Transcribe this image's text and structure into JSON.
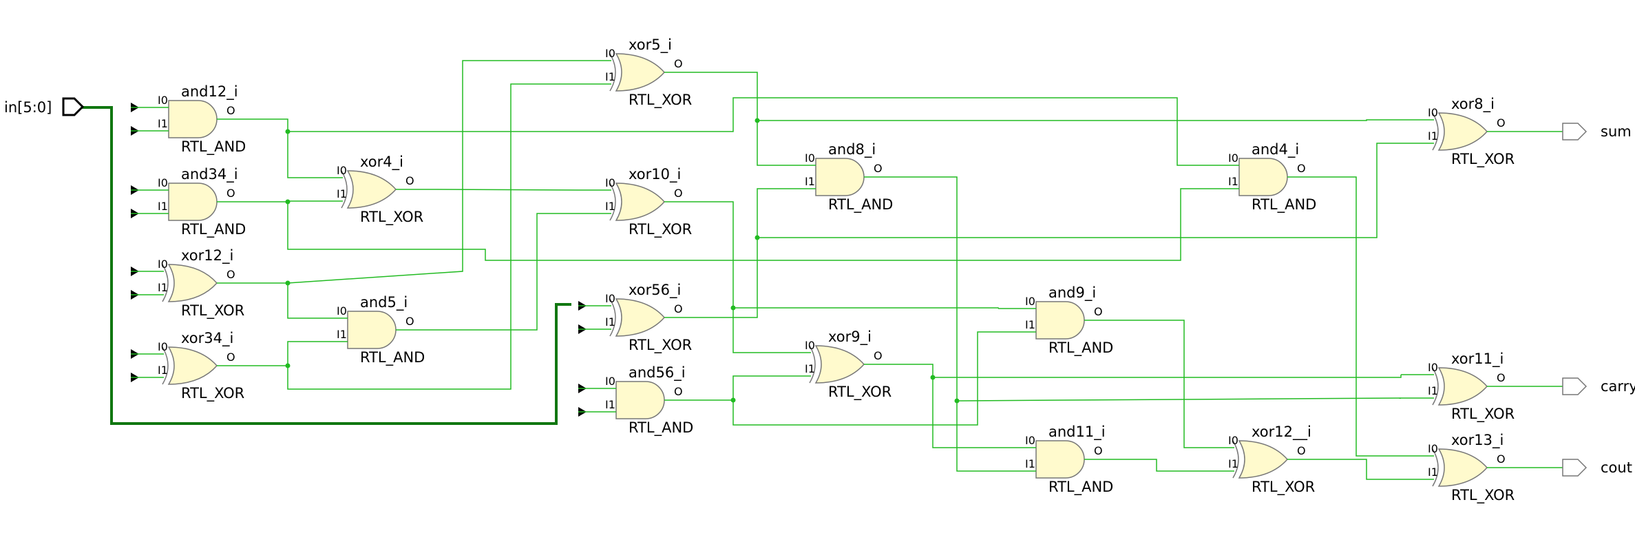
{
  "colors": {
    "wire": "#22bb22",
    "bus": "#117711",
    "gate_fill": "#fffacd",
    "gate_stroke": "#777777",
    "port_stroke": "#000000",
    "text": "#000000"
  },
  "pin_labels": {
    "in0": "I0",
    "in1": "I1",
    "out": "O"
  },
  "ports": {
    "input": "in[5:0]",
    "outputs": [
      "sum",
      "carry",
      "cout"
    ]
  },
  "gates": {
    "and12": {
      "name": "and12_i",
      "type": "RTL_AND"
    },
    "and34": {
      "name": "and34_i",
      "type": "RTL_AND"
    },
    "xor12": {
      "name": "xor12_i",
      "type": "RTL_XOR"
    },
    "xor34": {
      "name": "xor34_i",
      "type": "RTL_XOR"
    },
    "xor4": {
      "name": "xor4_i",
      "type": "RTL_XOR"
    },
    "and5": {
      "name": "and5_i",
      "type": "RTL_AND"
    },
    "xor5": {
      "name": "xor5_i",
      "type": "RTL_XOR"
    },
    "xor10": {
      "name": "xor10_i",
      "type": "RTL_XOR"
    },
    "xor56": {
      "name": "xor56_i",
      "type": "RTL_XOR"
    },
    "and56": {
      "name": "and56_i",
      "type": "RTL_AND"
    },
    "and8": {
      "name": "and8_i",
      "type": "RTL_AND"
    },
    "xor9": {
      "name": "xor9_i",
      "type": "RTL_XOR"
    },
    "and9": {
      "name": "and9_i",
      "type": "RTL_AND"
    },
    "and11": {
      "name": "and11_i",
      "type": "RTL_AND"
    },
    "and4": {
      "name": "and4_i",
      "type": "RTL_AND"
    },
    "xor12b": {
      "name": "xor12__i",
      "type": "RTL_XOR"
    },
    "xor8": {
      "name": "xor8_i",
      "type": "RTL_XOR"
    },
    "xor11": {
      "name": "xor11_i",
      "type": "RTL_XOR"
    },
    "xor13": {
      "name": "xor13_i",
      "type": "RTL_XOR"
    }
  }
}
